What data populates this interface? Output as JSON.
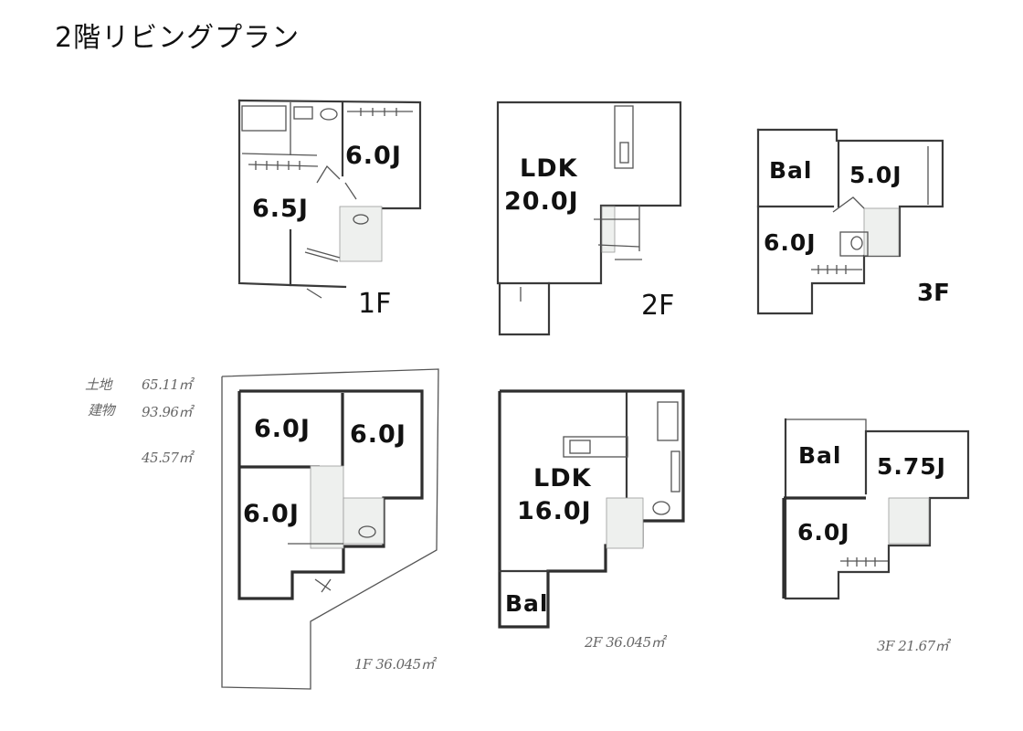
{
  "title": "2階リビングプラン",
  "site_notes": {
    "land_label": "土地",
    "land_area": "65.11㎡",
    "building_label": "建物",
    "building_area": "93.96㎡",
    "other_area": "45.57㎡"
  },
  "plan_a": {
    "floor_1": {
      "label": "1F",
      "rooms": [
        "6.0J",
        "6.5J"
      ]
    },
    "floor_2": {
      "label": "2F",
      "rooms": [
        "LDK",
        "20.0J"
      ]
    },
    "floor_3": {
      "label": "3F",
      "rooms": [
        "Bal",
        "5.0J",
        "6.0J"
      ]
    }
  },
  "plan_b": {
    "floor_1": {
      "rooms": [
        "6.0J",
        "6.0J",
        "6.0J"
      ],
      "area_note": "1F 36.045㎡"
    },
    "floor_2": {
      "rooms": [
        "LDK",
        "16.0J",
        "Bal"
      ],
      "area_note": "2F 36.045㎡"
    },
    "floor_3": {
      "rooms": [
        "Bal",
        "5.75J",
        "6.0J"
      ],
      "area_note": "3F 21.67㎡"
    }
  }
}
